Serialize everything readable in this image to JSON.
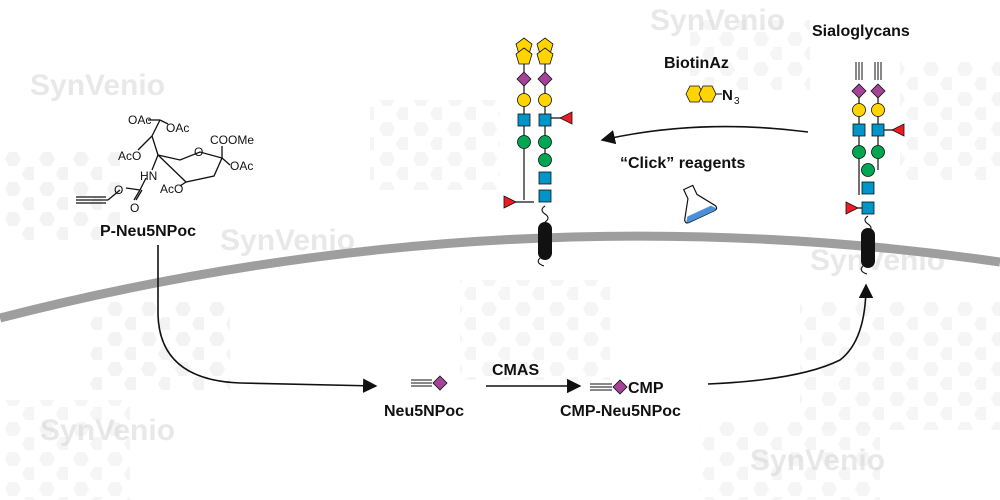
{
  "watermark": "SynVenio",
  "labels": {
    "precursor": "P-Neu5NPoc",
    "intermediate": "Neu5NPoc",
    "enzyme": "CMAS",
    "activated": "CMP-Neu5NPoc",
    "cmp": "CMP",
    "product": "Sialoglycans",
    "probe": "BiotinAz",
    "click": "“Click” reagents"
  },
  "chem_text": {
    "oac1": "OAc",
    "oac2": "OAc",
    "aco1": "AcO",
    "cooMe": "COOMe",
    "oac3": "OAc",
    "hn": "HN",
    "aco2": "AcO",
    "o_ring": "O",
    "o_carb": "O",
    "o_dbl": "O",
    "n3": "N",
    "n3_sub": "3"
  },
  "colors": {
    "membrane": "#9e9e9e",
    "galactose": "#ffd400",
    "glcnac": "#0095c8",
    "mannose": "#00a651",
    "fucose": "#ed1c24",
    "sialic": "#a54399",
    "flask_liquid": "#4a90d9"
  }
}
